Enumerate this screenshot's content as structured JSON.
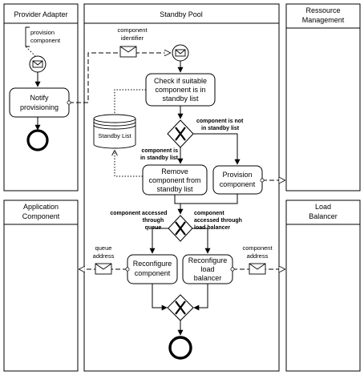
{
  "pools": {
    "provider_adapter": "Provider Adapter",
    "standby_pool": "Standby Pool",
    "resource_management_line1": "Ressource",
    "resource_management_line2": "Management",
    "application_component_line1": "Application",
    "application_component_line2": "Component",
    "load_balancer_line1": "Load",
    "load_balancer_line2": "Balancer"
  },
  "tasks": {
    "notify_line1": "Notify",
    "notify_line2": "provisioning",
    "check_line1": "Check if suitable",
    "check_line2": "component is in",
    "check_line3": "standby list",
    "remove_line1": "Remove",
    "remove_line2": "component from",
    "remove_line3": "standby list",
    "provision_line1": "Provision",
    "provision_line2": "component",
    "reconfigure_component_line1": "Reconfigure",
    "reconfigure_component_line2": "component",
    "reconfigure_lb_line1": "Reconfigure",
    "reconfigure_lb_line2": "load",
    "reconfigure_lb_line3": "balancer"
  },
  "data_store": {
    "label": "Standby List"
  },
  "messages": {
    "provision_component_line1": "provision",
    "provision_component_line2": "component",
    "component_identifier_line1": "component",
    "component_identifier_line2": "identifier",
    "queue_address_line1": "queue",
    "queue_address_line2": "address",
    "component_address_line1": "component",
    "component_address_line2": "address"
  },
  "conditions": {
    "not_in_list_line1": "component is not",
    "not_in_list_line2": "in standby list",
    "in_list_line1": "component is",
    "in_list_line2": "in standby list",
    "via_queue_line1": "component accessed",
    "via_queue_line2": "through",
    "via_queue_line3": "queue",
    "via_lb_line1": "component",
    "via_lb_line2": "accessed through",
    "via_lb_line3": "load balancer"
  }
}
